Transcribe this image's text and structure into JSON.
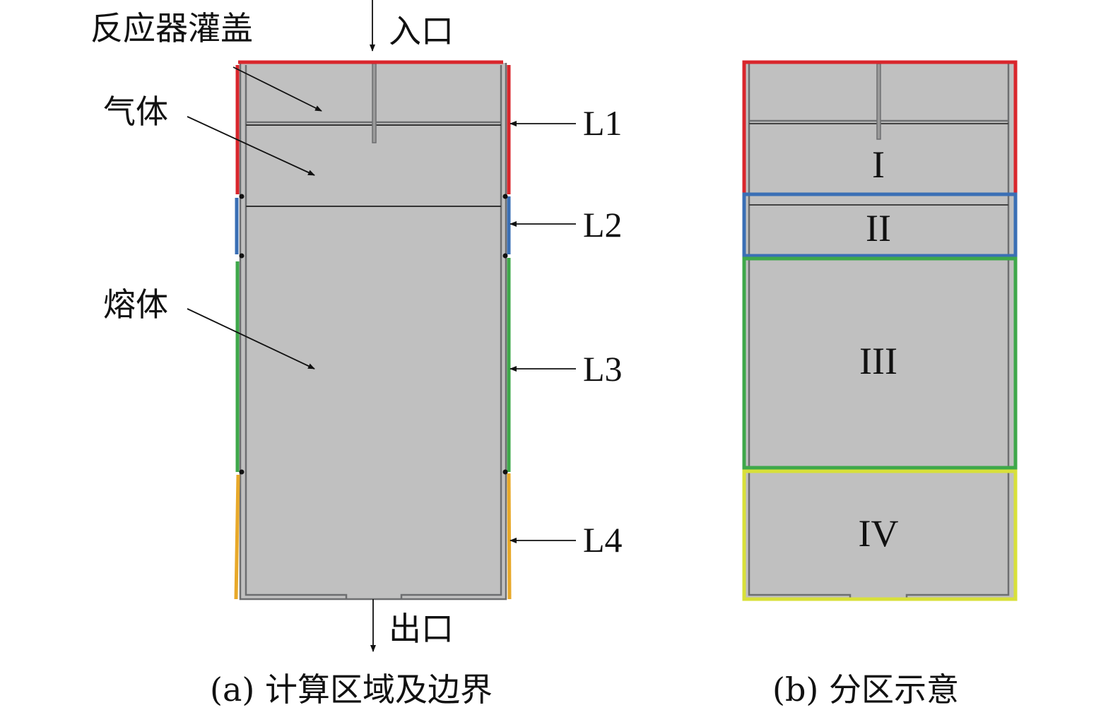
{
  "panel_a": {
    "caption": "(a) 计算区域及边界",
    "labels": {
      "lid": "反应器灌盖",
      "inlet": "入口",
      "gas": "气体",
      "melt": "熔体",
      "outlet": "出口"
    },
    "boundaries": [
      {
        "name": "L1",
        "color": "#d9262c"
      },
      {
        "name": "L2",
        "color": "#3a6fb5"
      },
      {
        "name": "L3",
        "color": "#3ea84a"
      },
      {
        "name": "L4",
        "color": "#e8a92a"
      }
    ]
  },
  "panel_b": {
    "caption": "(b) 分区示意",
    "zones": [
      {
        "name": "I",
        "color": "#d9262c"
      },
      {
        "name": "II",
        "color": "#3a6fb5"
      },
      {
        "name": "III",
        "color": "#3ea84a"
      },
      {
        "name": "IV",
        "color": "#d8e03a"
      }
    ]
  },
  "colors": {
    "fill": "#c0c0c0",
    "wall": "#6d6e70"
  }
}
